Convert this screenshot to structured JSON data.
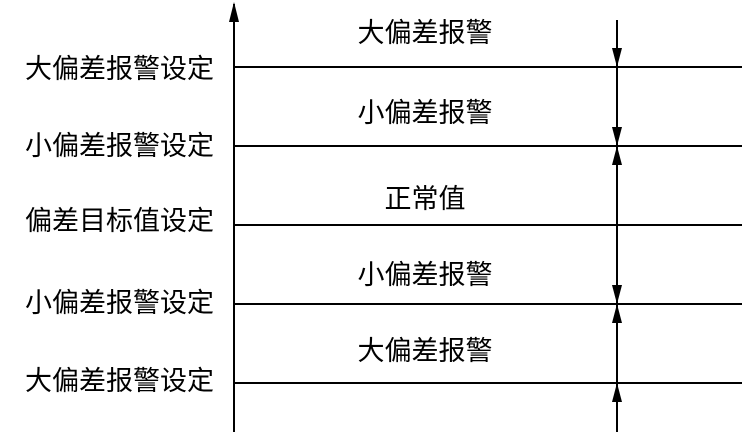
{
  "left_labels": [
    "大偏差报警设定",
    "小偏差报警设定",
    "偏差目标值设定",
    "小偏差报警设定",
    "大偏差报警设定"
  ],
  "zone_labels": [
    "大偏差报警",
    "小偏差报警",
    "正常值",
    "小偏差报警",
    "大偏差报警"
  ]
}
